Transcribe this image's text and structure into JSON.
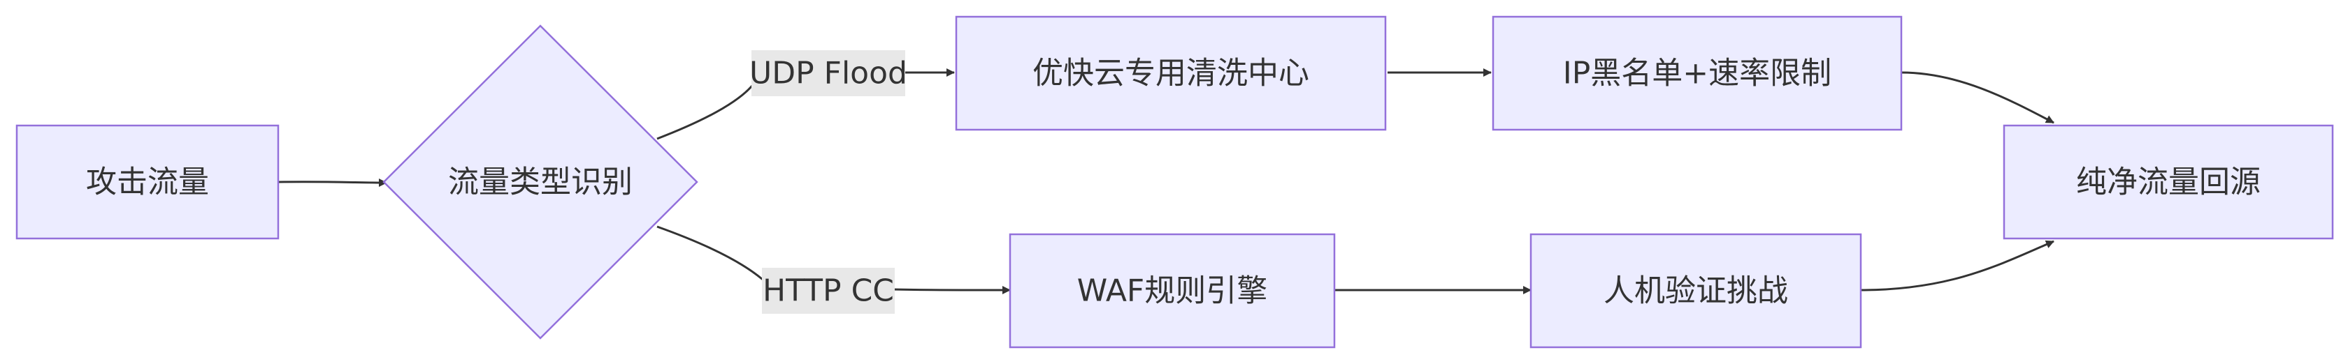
{
  "nodes": {
    "attack_traffic": "攻击流量",
    "traffic_classify": "流量类型识别",
    "scrubbing_center": "优快云专用清洗中心",
    "ip_blacklist": "IP黑名单+速率限制",
    "waf_engine": "WAF规则引擎",
    "captcha_challenge": "人机验证挑战",
    "clean_origin": "纯净流量回源"
  },
  "edges": {
    "udp_flood": "UDP Flood",
    "http_cc": "HTTP CC"
  }
}
